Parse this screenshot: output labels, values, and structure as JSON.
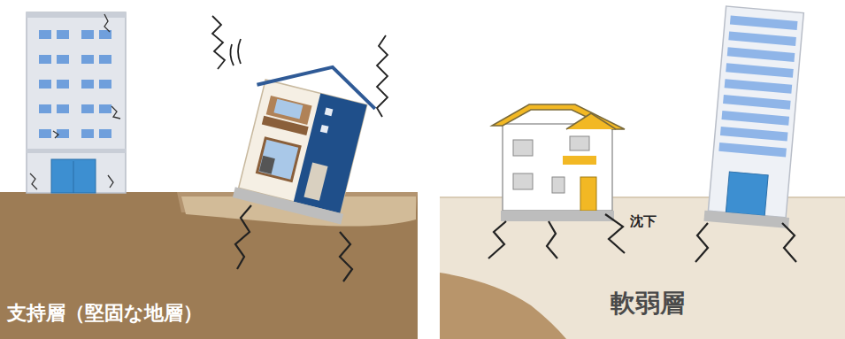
{
  "diagram": {
    "labels": [
      "支持層（堅固な地層）",
      "沈下",
      "軟弱層"
    ]
  }
}
